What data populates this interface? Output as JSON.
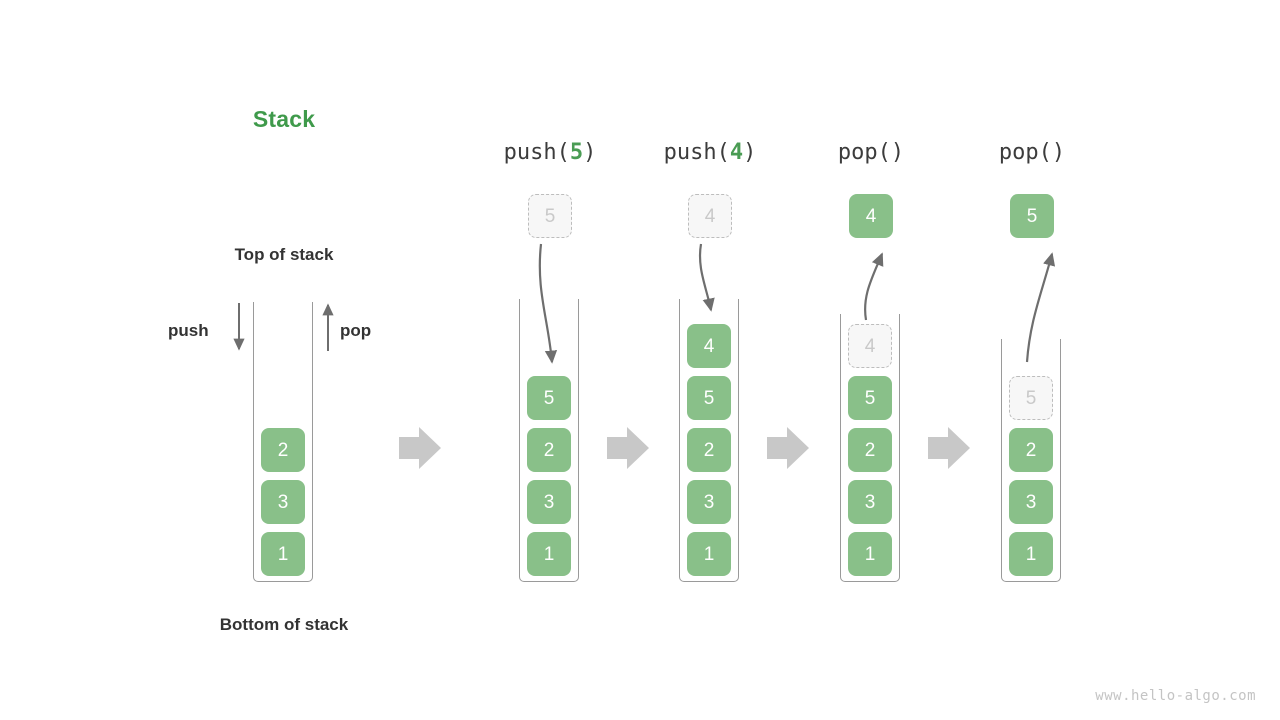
{
  "title": "Stack",
  "labels": {
    "top_of_stack": "Top of stack",
    "bottom_of_stack": "Bottom of stack",
    "push": "push",
    "pop": "pop"
  },
  "colors": {
    "accent_green": "#3f9a4b",
    "box_green": "#89c089",
    "ghost_fill": "#f7f7f7",
    "ghost_border": "#bdbdbd",
    "ghost_text": "#c9c9c9",
    "tube_border": "#9a9a9a",
    "arrow_gray": "#6e6e6e",
    "flow_arrow_gray": "#c8c8c8",
    "text_dark": "#333333",
    "watermark_gray": "#c4c4c4"
  },
  "columns": [
    {
      "id": "initial",
      "op_prefix": "",
      "op_arg": "",
      "op_suffix": "",
      "incoming": null,
      "outgoing": null,
      "items": [
        {
          "value": "2",
          "state": "filled"
        },
        {
          "value": "3",
          "state": "filled"
        },
        {
          "value": "1",
          "state": "filled"
        }
      ]
    },
    {
      "id": "push-5",
      "op_prefix": "push(",
      "op_arg": "5",
      "op_suffix": ")",
      "incoming": {
        "value": "5",
        "state": "ghost"
      },
      "outgoing": null,
      "items": [
        {
          "value": "5",
          "state": "filled"
        },
        {
          "value": "2",
          "state": "filled"
        },
        {
          "value": "3",
          "state": "filled"
        },
        {
          "value": "1",
          "state": "filled"
        }
      ]
    },
    {
      "id": "push-4",
      "op_prefix": "push(",
      "op_arg": "4",
      "op_suffix": ")",
      "incoming": {
        "value": "4",
        "state": "ghost"
      },
      "outgoing": null,
      "items": [
        {
          "value": "4",
          "state": "filled"
        },
        {
          "value": "5",
          "state": "filled"
        },
        {
          "value": "2",
          "state": "filled"
        },
        {
          "value": "3",
          "state": "filled"
        },
        {
          "value": "1",
          "state": "filled"
        }
      ]
    },
    {
      "id": "pop-1",
      "op_prefix": "pop(",
      "op_arg": "",
      "op_suffix": ")",
      "incoming": null,
      "outgoing": {
        "value": "4",
        "state": "filled"
      },
      "items": [
        {
          "value": "4",
          "state": "ghost"
        },
        {
          "value": "5",
          "state": "filled"
        },
        {
          "value": "2",
          "state": "filled"
        },
        {
          "value": "3",
          "state": "filled"
        },
        {
          "value": "1",
          "state": "filled"
        }
      ]
    },
    {
      "id": "pop-2",
      "op_prefix": "pop(",
      "op_arg": "",
      "op_suffix": ")",
      "incoming": null,
      "outgoing": {
        "value": "5",
        "state": "filled"
      },
      "items": [
        {
          "value": "5",
          "state": "ghost"
        },
        {
          "value": "2",
          "state": "filled"
        },
        {
          "value": "3",
          "state": "filled"
        },
        {
          "value": "1",
          "state": "filled"
        }
      ]
    }
  ],
  "watermark": "www.hello-algo.com"
}
